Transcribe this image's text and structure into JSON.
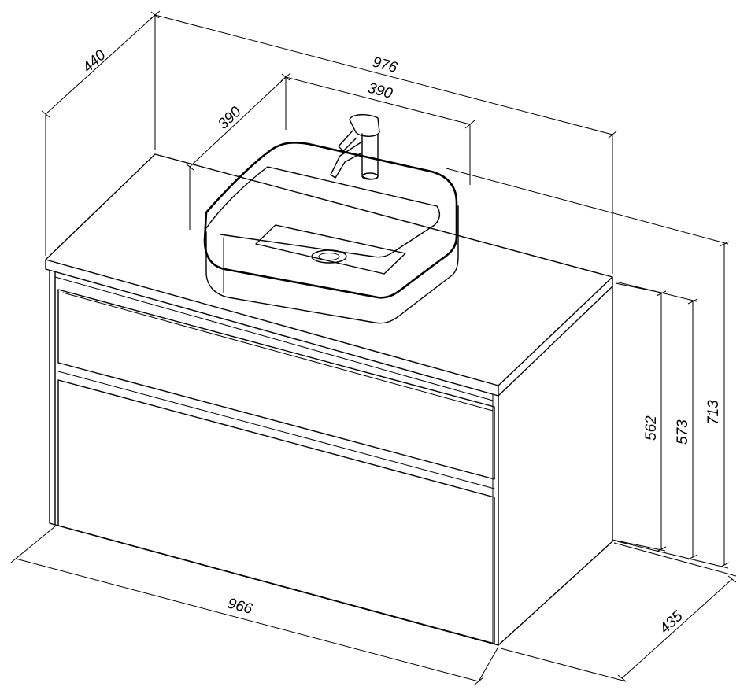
{
  "dimensions": {
    "top_width": "976",
    "top_depth": "440",
    "basin_width": "390",
    "basin_depth": "390",
    "height_total": "713",
    "height_body_outer": "573",
    "height_body_inner": "562",
    "bottom_width": "966",
    "bottom_depth": "435"
  },
  "colors": {
    "line": "#000000",
    "background": "#ffffff"
  }
}
